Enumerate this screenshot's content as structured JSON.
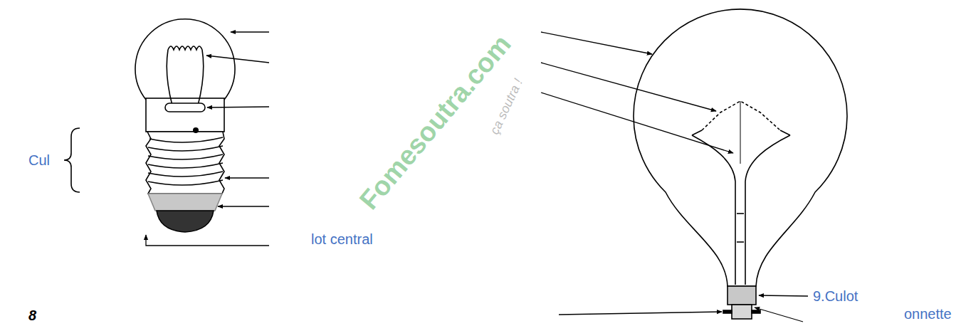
{
  "diagram": {
    "labels": [
      "Cul",
      "lot central",
      "9.Culot",
      "onnette",
      "8",
      "Fomesoutra.com",
      "ça soutra !"
    ]
  }
}
